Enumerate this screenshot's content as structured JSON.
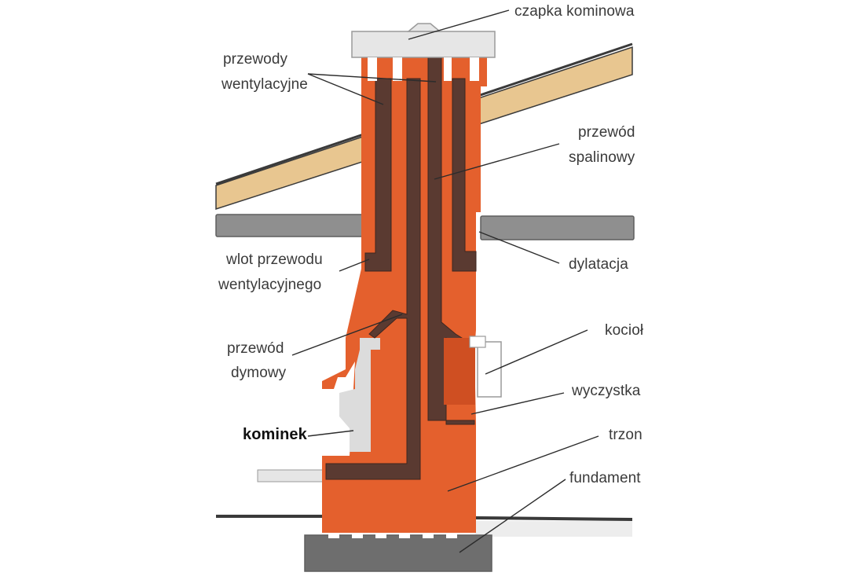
{
  "colors": {
    "brick": "#e4602d",
    "brick_dark": "#cf4f22",
    "flue": "#5a3a31",
    "flue_edge": "#3e2620",
    "cap": "#e6e6e6",
    "slab": "#8f8f8f",
    "slab_edge": "#5e5e5e",
    "roof_wood": "#e8c690",
    "roof_edge": "#3a3a3a",
    "fireplace": "#dcdcdc",
    "foundation": "#6e6e6e",
    "line": "#2c2c2c",
    "text": "#3a3a3a"
  },
  "labels": {
    "czapka": "czapka kominowa",
    "went_1": "przewody",
    "went_2": "wentylacyjne",
    "spal_1": "przewód",
    "spal_2": "spalinowy",
    "wlot_1": "wlot przewodu",
    "wlot_2": "wentylacyjnego",
    "dylatacja": "dylatacja",
    "dym_1": "przewód",
    "dym_2": "dymowy",
    "kociol": "kocioł",
    "wyczystka": "wyczystka",
    "kominek": "kominek",
    "trzon": "trzon",
    "fundament": "fundament"
  }
}
